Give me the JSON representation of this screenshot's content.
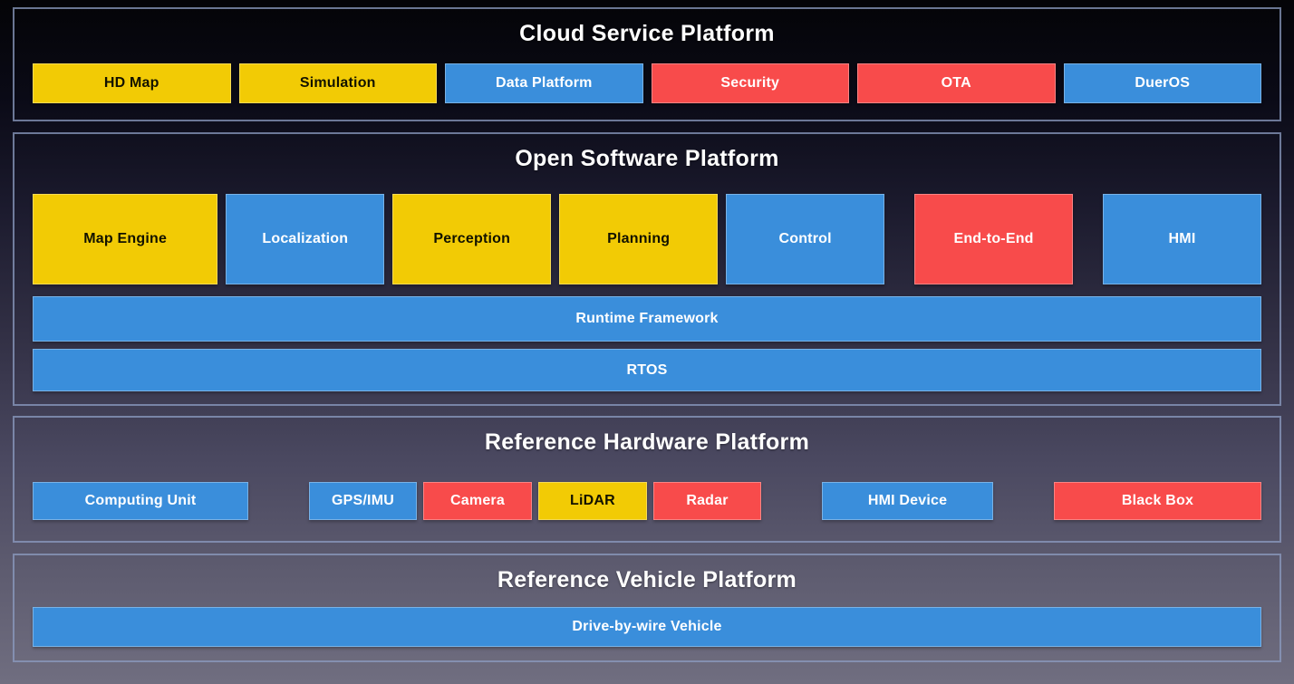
{
  "colors": {
    "yellow": "#F2CB05",
    "blue": "#3A8EDB",
    "red": "#F84B4B",
    "title": "#FFFFFF",
    "bg-top": "#040407",
    "bg-bottom": "#706E80",
    "section-border": "#8C9CC2"
  },
  "sections": {
    "cloud": {
      "title": "Cloud Service Platform",
      "boxes": [
        {
          "label": "HD Map",
          "color": "yellow"
        },
        {
          "label": "Simulation",
          "color": "yellow"
        },
        {
          "label": "Data Platform",
          "color": "blue"
        },
        {
          "label": "Security",
          "color": "red"
        },
        {
          "label": "OTA",
          "color": "red"
        },
        {
          "label": "DuerOS",
          "color": "blue"
        }
      ]
    },
    "software": {
      "title": "Open Software Platform",
      "boxes": [
        {
          "label": "Map Engine",
          "color": "yellow"
        },
        {
          "label": "Localization",
          "color": "blue"
        },
        {
          "label": "Perception",
          "color": "yellow"
        },
        {
          "label": "Planning",
          "color": "yellow"
        },
        {
          "label": "Control",
          "color": "blue"
        },
        {
          "label": "End-to-End",
          "color": "red"
        },
        {
          "label": "HMI",
          "color": "blue"
        }
      ],
      "bars": [
        {
          "label": "Runtime Framework",
          "color": "blue"
        },
        {
          "label": "RTOS",
          "color": "blue"
        }
      ]
    },
    "hardware": {
      "title": "Reference Hardware Platform",
      "boxes": [
        {
          "label": "Computing Unit",
          "color": "blue"
        },
        {
          "label": "GPS/IMU",
          "color": "blue"
        },
        {
          "label": "Camera",
          "color": "red"
        },
        {
          "label": "LiDAR",
          "color": "yellow"
        },
        {
          "label": "Radar",
          "color": "red"
        },
        {
          "label": "HMI Device",
          "color": "blue"
        },
        {
          "label": "Black Box",
          "color": "red"
        }
      ]
    },
    "vehicle": {
      "title": "Reference Vehicle Platform",
      "bars": [
        {
          "label": "Drive-by-wire Vehicle",
          "color": "blue"
        }
      ]
    }
  }
}
